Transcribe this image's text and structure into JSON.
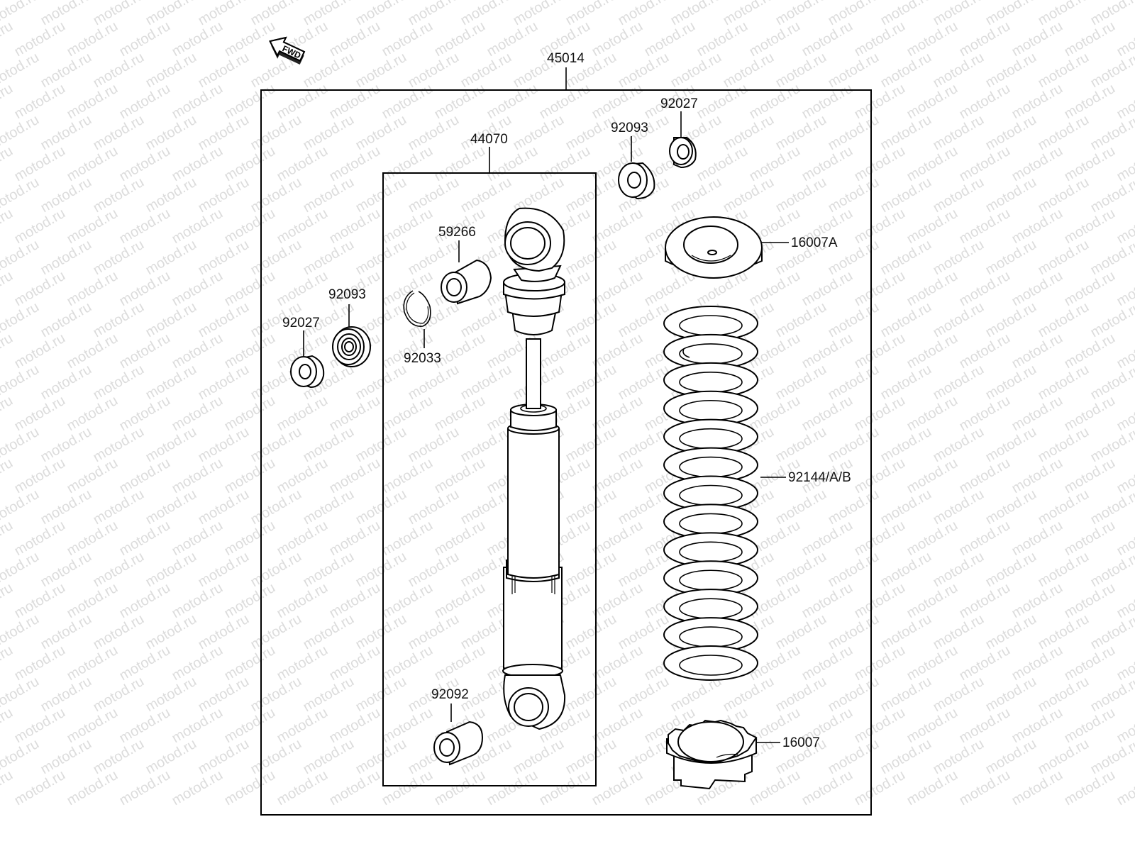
{
  "watermark": {
    "text": "motod.ru"
  },
  "fwd": {
    "text": "FWD"
  },
  "labels": {
    "assembly": "45014",
    "shock": "44070",
    "collar": "59266",
    "circlip": "92033",
    "bearing_left": "92093",
    "cap_left": "92027",
    "bearing_right": "92093",
    "cap_right": "92027",
    "spring_seat": "16007A",
    "spring": "92144/A/B",
    "adjuster": "16007",
    "collar_lower": "92092"
  }
}
